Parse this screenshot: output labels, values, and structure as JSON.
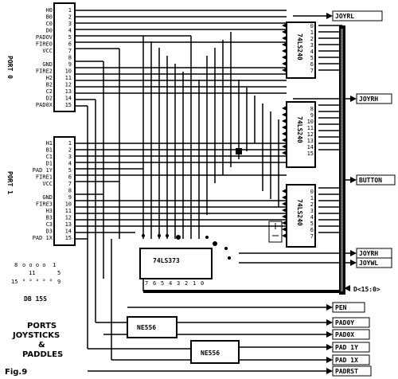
{
  "ports": [
    {
      "name": "PORT 0",
      "signals": [
        "H0",
        "B0",
        "C0",
        "D0",
        "PADOV",
        "FIRE0",
        "VCC",
        "",
        "GND",
        "FIRE2",
        "H2",
        "B2",
        "C2",
        "D2",
        "PAD0X"
      ],
      "pins": [
        "1",
        "2",
        "3",
        "4",
        "5",
        "6",
        "7",
        "8",
        "9",
        "10",
        "11",
        "12",
        "13",
        "14",
        "15"
      ]
    },
    {
      "name": "PORT 1",
      "signals": [
        "H1",
        "B1",
        "C1",
        "D1",
        "PAD 1Y",
        "FIRE1",
        "VCC",
        "",
        "GND",
        "FIRE3",
        "H3",
        "B3",
        "C3",
        "D3",
        "PAD 1X"
      ],
      "pins": [
        "1",
        "2",
        "3",
        "4",
        "5",
        "6",
        "7",
        "8",
        "9",
        "10",
        "11",
        "12",
        "13",
        "14",
        "15"
      ]
    }
  ],
  "chips": {
    "buf_top": {
      "name": "74LS240",
      "pins": [
        "0",
        "1",
        "2",
        "3",
        "4",
        "5",
        "6",
        "7"
      ]
    },
    "buf_mid": {
      "name": "74LS240",
      "pins": [
        "8",
        "9",
        "10",
        "11",
        "12",
        "13",
        "14",
        "15"
      ]
    },
    "buf_bot": {
      "name": "74LS240",
      "pins": [
        "0",
        "1",
        "2",
        "3",
        "4",
        "5",
        "6",
        "7"
      ]
    },
    "latch": {
      "name": "74LS373",
      "pins": [
        "7",
        "6",
        "5",
        "4",
        "3",
        "2",
        "1",
        "0"
      ]
    },
    "timer1": {
      "name": "NE556"
    },
    "timer2": {
      "name": "NE556"
    }
  },
  "outputs": {
    "joyrl": "JOYRL",
    "joyrh": "JOYRH",
    "button": "BUTTON",
    "joyrh2": "JOYRH",
    "joywl": "JOYWL",
    "bus": "D<15:0>",
    "pen": "PEN",
    "pad0y": "PAD0Y",
    "pad0x": "PAD0X",
    "pad1y": "PAD 1Y",
    "pad1x": "PAD 1X",
    "padrst": "PADRST"
  },
  "connector": {
    "name": "DB 15S",
    "row1_left": "8",
    "row1_right": "1",
    "row2_left": "15",
    "row2_right": "9",
    "pin5": "5",
    "pin11": "11"
  },
  "caption": {
    "line1": "PORTS",
    "line2": "JOYSTICKS",
    "line3": "&",
    "line4": "PADDLES",
    "fig": "Fig.9"
  },
  "colors": {
    "ink": "#000000",
    "paper": "#ffffff"
  }
}
